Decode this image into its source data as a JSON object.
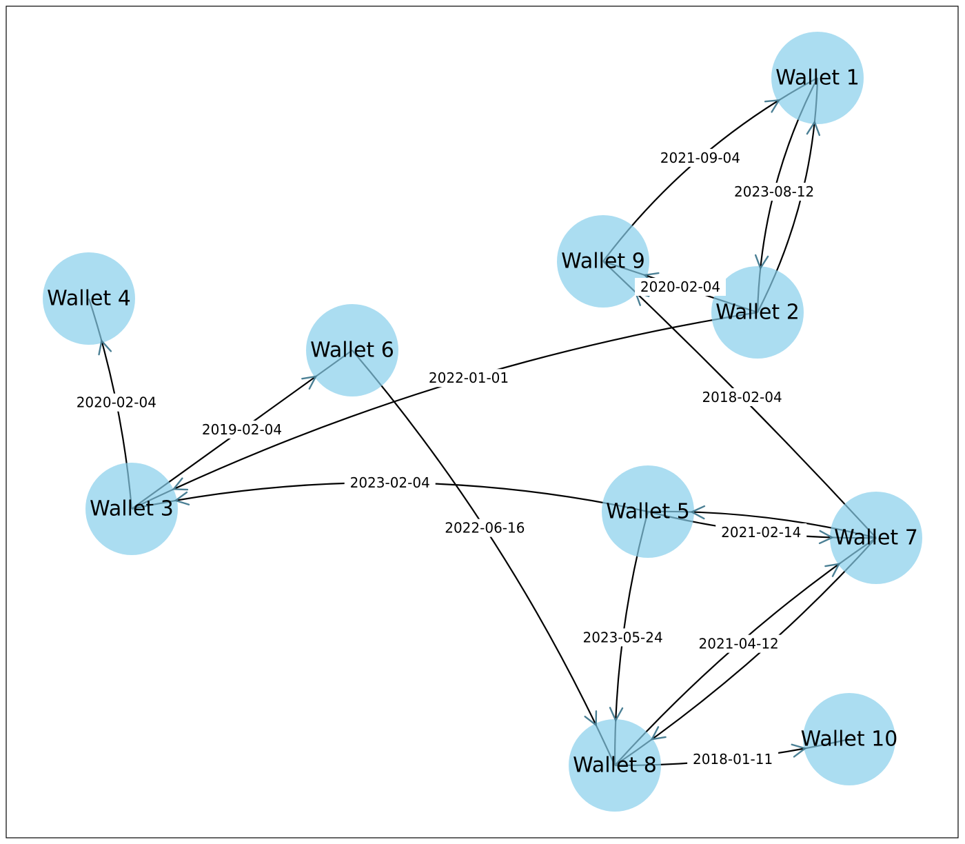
{
  "diagram": {
    "type": "directed-graph",
    "node_color": "#87ceeb",
    "nodes": [
      {
        "id": "w1",
        "label": "Wallet 1"
      },
      {
        "id": "w2",
        "label": "Wallet 2"
      },
      {
        "id": "w3",
        "label": "Wallet 3"
      },
      {
        "id": "w4",
        "label": "Wallet 4"
      },
      {
        "id": "w5",
        "label": "Wallet 5"
      },
      {
        "id": "w6",
        "label": "Wallet 6"
      },
      {
        "id": "w7",
        "label": "Wallet 7"
      },
      {
        "id": "w8",
        "label": "Wallet 8"
      },
      {
        "id": "w9",
        "label": "Wallet 9"
      },
      {
        "id": "w10",
        "label": "Wallet 10"
      }
    ],
    "edges": [
      {
        "from": "w9",
        "to": "w1",
        "label": "2021-09-04"
      },
      {
        "from": "w1",
        "to": "w2",
        "label": "2023-08-12"
      },
      {
        "from": "w2",
        "to": "w1",
        "label": ""
      },
      {
        "from": "w2",
        "to": "w9",
        "label": "2020-02-04"
      },
      {
        "from": "w3",
        "to": "w4",
        "label": "2020-02-04"
      },
      {
        "from": "w3",
        "to": "w6",
        "label": "2019-02-04"
      },
      {
        "from": "w2",
        "to": "w3",
        "label": "2022-01-01"
      },
      {
        "from": "w5",
        "to": "w3",
        "label": "2023-02-04"
      },
      {
        "from": "w6",
        "to": "w8",
        "label": "2022-06-16"
      },
      {
        "from": "w7",
        "to": "w9",
        "label": "2018-02-04"
      },
      {
        "from": "w5",
        "to": "w7",
        "label": "2021-02-14"
      },
      {
        "from": "w7",
        "to": "w5",
        "label": ""
      },
      {
        "from": "w5",
        "to": "w8",
        "label": "2023-05-24"
      },
      {
        "from": "w8",
        "to": "w7",
        "label": "2021-04-12"
      },
      {
        "from": "w7",
        "to": "w8",
        "label": ""
      },
      {
        "from": "w8",
        "to": "w10",
        "label": "2018-01-11"
      }
    ]
  }
}
